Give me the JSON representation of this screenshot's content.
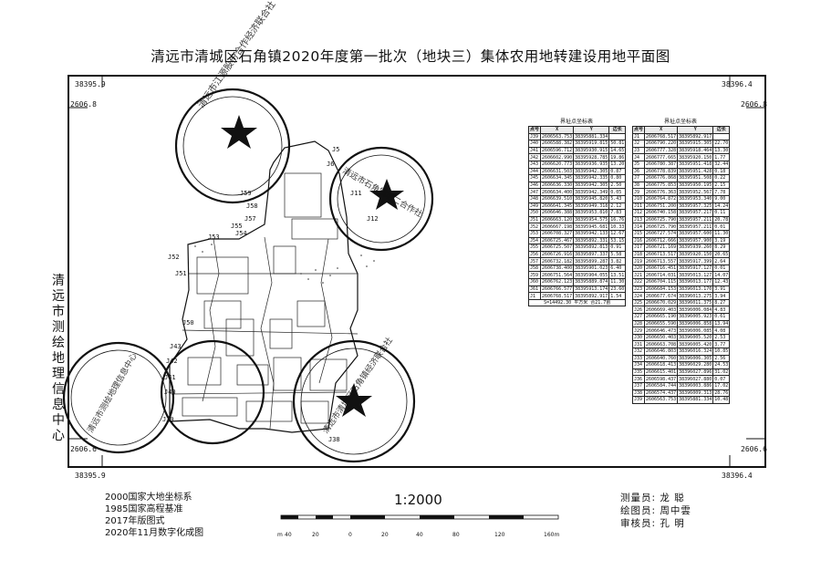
{
  "title": "清远市清城区石角镇2020年度第一批次（地块三）集体农用地转建设用地平面图",
  "frame": {
    "coord_tl_x": "38395.9",
    "coord_tl_y": "2606.8",
    "coord_tr_x": "38396.4",
    "coord_tr_y": "2606.8",
    "coord_bl_x": "38395.9",
    "coord_bl_y": "2606.6",
    "coord_br_x": "38396.4",
    "coord_br_y": "2606.6"
  },
  "side_text": "清远市测绘地理信息中心",
  "meta_lines": [
    "2000国家大地坐标系",
    "1985国家高程基准",
    "2017年版图式",
    "2020年11月数字化成图"
  ],
  "scale": "1:2000",
  "scalebar_ticks": [
    "m",
    "40",
    "20",
    "0",
    "20",
    "40",
    "80",
    "120",
    "160m"
  ],
  "staff": [
    {
      "role": "测量员:",
      "name": "龙 聪"
    },
    {
      "role": "绘图员:",
      "name": "周中雲"
    },
    {
      "role": "审核员:",
      "name": "孔 明"
    }
  ],
  "tables": [
    {
      "caption": "界址点坐标表",
      "headers": [
        "点号",
        "X",
        "Y",
        "边长"
      ],
      "rows": [
        [
          "J39",
          "2606563.753",
          "38395881.334",
          ""
        ],
        [
          "J40",
          "2606588.382",
          "38395919.815",
          "50.81"
        ],
        [
          "J41",
          "2606596.712",
          "38395930.915",
          "14.65"
        ],
        [
          "J42",
          "2606602.990",
          "38395928.785",
          "19.86"
        ],
        [
          "J43",
          "2606620.773",
          "38395936.935",
          "13.20"
        ],
        [
          "J44",
          "2606631.503",
          "38395942.305",
          "0.87"
        ],
        [
          "J45",
          "2606634.345",
          "38395942.335",
          "0.80"
        ],
        [
          "J46",
          "2606636.330",
          "38395942.305",
          "2.50"
        ],
        [
          "J47",
          "2606634.400",
          "38395942.349",
          "0.05"
        ],
        [
          "J48",
          "2606639.510",
          "38395945.820",
          "5.43"
        ],
        [
          "J49",
          "2606641.345",
          "38395949.318",
          "2.12"
        ],
        [
          "J50",
          "2606646.388",
          "38395953.810",
          "7.83"
        ],
        [
          "J51",
          "2606663.120",
          "38395954.575",
          "16.76"
        ],
        [
          "J52",
          "2606667.198",
          "38395945.681",
          "10.33"
        ],
        [
          "J53",
          "2606708.327",
          "38395942.133",
          "12.67"
        ],
        [
          "J54",
          "2606725.467",
          "38395892.331",
          "53.15"
        ],
        [
          "J55",
          "2606725.507",
          "38395892.813",
          "0.91"
        ],
        [
          "J56",
          "2606726.916",
          "38395897.337",
          "5.58"
        ],
        [
          "J57",
          "2606732.182",
          "38395899.287",
          "3.82"
        ],
        [
          "J58",
          "2606738.400",
          "38395901.023",
          "6.40"
        ],
        [
          "J59",
          "2606751.564",
          "38395904.055",
          "13.51"
        ],
        [
          "J60",
          "2606762.123",
          "38395889.874",
          "11.30"
        ],
        [
          "J61",
          "2606766.577",
          "38395913.174",
          "23.60"
        ],
        [
          "J1",
          "2606768.517",
          "38395892.917",
          "1.54"
        ]
      ],
      "sum": "S=14492.30 平方米 合21.7亩"
    },
    {
      "caption": "界址点坐标表",
      "headers": [
        "点号",
        "X",
        "Y",
        "边长"
      ],
      "rows": [
        [
          "J1",
          "2606768.517",
          "38395892.917",
          ""
        ],
        [
          "J2",
          "2606790.220",
          "38395915.305",
          "22.70"
        ],
        [
          "J3",
          "2606777.328",
          "38395918.464",
          "13.30"
        ],
        [
          "J4",
          "2606777.665",
          "38395920.150",
          "1.77"
        ],
        [
          "J5",
          "2606780.387",
          "38395951.418",
          "32.44"
        ],
        [
          "J6",
          "2606778.839",
          "38395951.428",
          "0.18"
        ],
        [
          "J7",
          "2606776.868",
          "38395951.508",
          "0.22"
        ],
        [
          "J8",
          "2606775.853",
          "38395950.195",
          "2.15"
        ],
        [
          "J9",
          "2606776.363",
          "38395952.567",
          "7.78"
        ],
        [
          "J10",
          "2606764.872",
          "38395953.340",
          "9.00"
        ],
        [
          "J11",
          "2606751.200",
          "38395957.325",
          "14.24"
        ],
        [
          "J12",
          "2606740.158",
          "38395957.217",
          "0.11"
        ],
        [
          "J13",
          "2606725.790",
          "38395957.211",
          "20.78"
        ],
        [
          "J14",
          "2606725.790",
          "38395957.211",
          "0.01"
        ],
        [
          "J15",
          "2606727.574",
          "38395957.600",
          "11.30"
        ],
        [
          "J16",
          "2606712.666",
          "38395957.900",
          "3.19"
        ],
        [
          "J17",
          "2606721.169",
          "38395939.260",
          "8.29"
        ],
        [
          "J18",
          "2606713.517",
          "38395920.150",
          "20.65"
        ],
        [
          "J19",
          "2606713.557",
          "38395917.399",
          "2.64"
        ],
        [
          "J20",
          "2606716.451",
          "38395917.127",
          "0.01"
        ],
        [
          "J21",
          "2606714.031",
          "38395013.127",
          "14.07"
        ],
        [
          "J22",
          "2606704.115",
          "38396013.177",
          "12.43"
        ],
        [
          "J23",
          "2606684.153",
          "38396013.170",
          "3.91"
        ],
        [
          "J24",
          "2606677.674",
          "38396013.275",
          "3.94"
        ],
        [
          "J25",
          "2606670.029",
          "38396011.375",
          "8.27"
        ],
        [
          "J26",
          "2606669.403",
          "38396006.084",
          "4.83"
        ],
        [
          "J27",
          "2606665.190",
          "38396005.923",
          "0.61"
        ],
        [
          "J28",
          "2606655.590",
          "38396006.858",
          "13.94"
        ],
        [
          "J29",
          "2606646.473",
          "38396006.085",
          "4.08"
        ],
        [
          "J30",
          "2606650.403",
          "38396005.520",
          "2.53"
        ],
        [
          "J31",
          "2606663.708",
          "38396005.420",
          "3.77"
        ],
        [
          "J32",
          "2606646.803",
          "38396016.324",
          "10.85"
        ],
        [
          "J33",
          "2606640.760",
          "38396006.305",
          "2.56"
        ],
        [
          "J34",
          "2606618.413",
          "38396029.280",
          "24.53"
        ],
        [
          "J35",
          "2606615.401",
          "38396027.896",
          "31.02"
        ],
        [
          "J36",
          "2606598.437",
          "38396027.880",
          "0.07"
        ],
        [
          "J37",
          "2606584.744",
          "38396003.886",
          "17.02"
        ],
        [
          "J38",
          "2606574.437",
          "38396009.313",
          "28.76"
        ],
        [
          "J39",
          "2606563.753",
          "38395881.334",
          "10.48"
        ]
      ]
    }
  ],
  "seal_texts": [
    "清远市江源股份合作经济联合社",
    "清远市石角镇塘二合作社",
    "清远市测绘地理信息中心",
    "清远市清城区石角镇经济联合社"
  ],
  "map_labels": [
    "J59",
    "J58",
    "J57",
    "J55",
    "J54",
    "J53",
    "J52",
    "J51",
    "J50",
    "J43",
    "J42",
    "J41",
    "J40",
    "J39",
    "J38",
    "J5",
    "J6",
    "J11",
    "J12"
  ]
}
